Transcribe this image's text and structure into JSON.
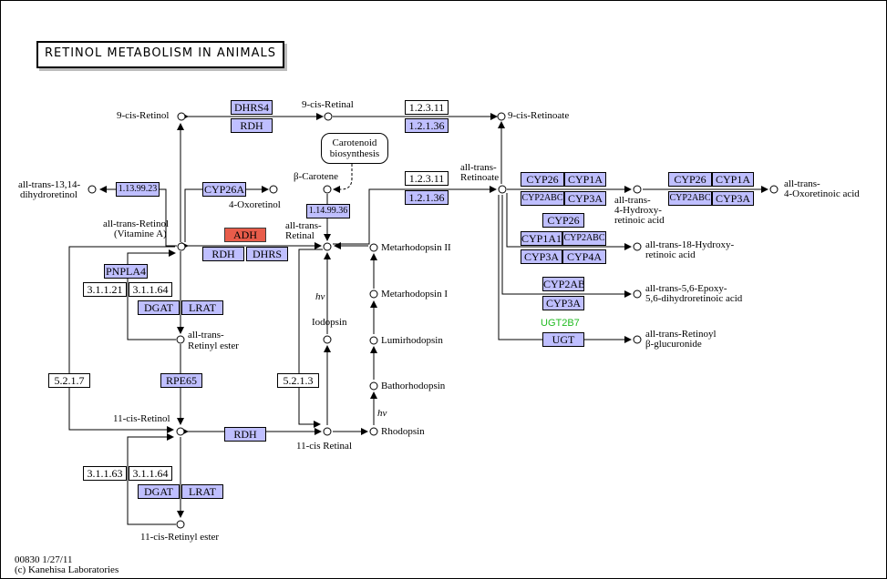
{
  "title": "RETINOL METABOLISM IN ANIMALS",
  "footer": {
    "code_date": "00830 1/27/11",
    "copyright": "(c) Kanehisa Laboratories"
  },
  "carotenoid_box": {
    "line1": "Carotenoid",
    "line2": "biosynthesis"
  },
  "hv": "hν",
  "enzymes": {
    "dhrs4": "DHRS4",
    "rdh_top": "RDH",
    "ec12311_top": "1.2.3.11",
    "ec12136_top": "1.2.1.36",
    "ec139923": "1.13.99.23",
    "cyp26a": "CYP26A",
    "ec114996": "1.14.99.36",
    "ec12311_mid": "1.2.3.11",
    "ec12136_mid": "1.2.1.36",
    "adh": "ADH",
    "rdh_mid": "RDH",
    "dhrs": "DHRS",
    "pnpla4": "PNPLA4",
    "ec31121": "3.1.1.21",
    "ec31164_a": "3.1.1.64",
    "dgat_a": "DGAT",
    "lrat_a": "LRAT",
    "rpe65": "RPE65",
    "ec5217": "5.2.1.7",
    "ec5213": "5.2.1.3",
    "rdh_low": "RDH",
    "ec31163": "3.1.1.63",
    "ec31164_b": "3.1.1.64",
    "dgat_b": "DGAT",
    "lrat_b": "LRAT",
    "cyp26_1": "CYP26",
    "cyp1a_1": "CYP1A",
    "cyp2abc_1": "CYP2ABC",
    "cyp3a_1": "CYP3A",
    "cyp26_2": "CYP26",
    "cyp1a_2": "CYP1A",
    "cyp2abc_2": "CYP2ABC",
    "cyp3a_2": "CYP3A",
    "cyp26_3": "CYP26",
    "cyp1a1": "CYP1A1",
    "cyp2abc_3": "CYP2ABC",
    "cyp3a_3": "CYP3A",
    "cyp4a": "CYP4A",
    "cyp2ab": "CYP2AB",
    "cyp3a_4": "CYP3A",
    "ugt2b7": "UGT2B7",
    "ugt": "UGT"
  },
  "compounds": {
    "nine_cis_retinol": "9-cis-Retinol",
    "nine_cis_retinal": "9-cis-Retinal",
    "nine_cis_retinoate": "9-cis-Retinoate",
    "dihydroretinol_1": "all-trans-13,14-",
    "dihydroretinol_2": "dihydroretinol",
    "beta_carotene": "β-Carotene",
    "oxoretinol": "4-Oxoretinol",
    "at_retinoate_1": "all-trans-",
    "at_retinoate_2": "Retinoate",
    "at_retinol_1": "all-trans-Retinol",
    "at_retinol_2": "(Vitamine A)",
    "at_retinal_1": "all-trans-",
    "at_retinal_2": "Retinal",
    "at_retinyl_ester_1": "all-trans-",
    "at_retinyl_ester_2": "Retinyl ester",
    "metarhodopsin_ii": "Metarhodopsin II",
    "metarhodopsin_i": "Metarhodopsin I",
    "iodopsin": "Iodopsin",
    "lumirhodopsin": "Lumirhodopsin",
    "bathorhodopsin": "Bathorhodopsin",
    "rhodopsin": "Rhodopsin",
    "eleven_cis_retinol": "11-cis-Retinol",
    "eleven_cis_retinal": "11-cis Retinal",
    "eleven_cis_retinyl_ester": "11-cis-Retinyl ester",
    "hydroxy_retinoic_1": "all-trans-",
    "hydroxy_retinoic_2": "4-Hydroxy-",
    "hydroxy_retinoic_3": "retinoic acid",
    "oxoretinoic_1": "all-trans-",
    "oxoretinoic_2": "4-Oxoretinoic acid",
    "hydroxy18_1": "all-trans-18-Hydroxy-",
    "hydroxy18_2": "retinoic acid",
    "epoxy_1": "all-trans-5,6-Epoxy-",
    "epoxy_2": "5,6-dihydroretinoic acid",
    "glucuronide_1": "all-trans-Retinoyl",
    "glucuronide_2": "β-glucuronide"
  }
}
